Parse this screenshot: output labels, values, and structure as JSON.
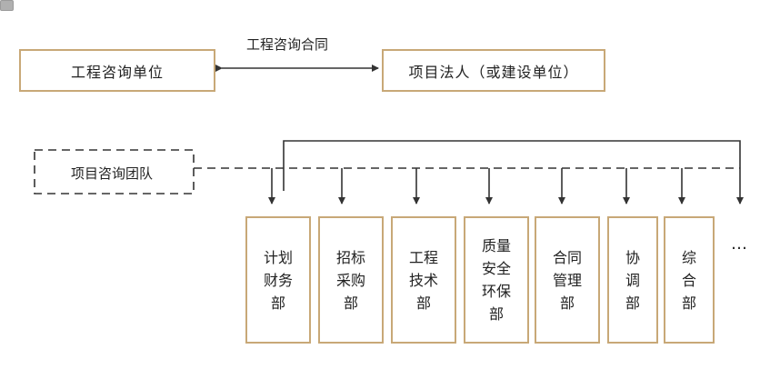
{
  "top": {
    "consulting_unit": "工程咨询单位",
    "contract_label": "工程咨询合同",
    "project_owner": "项目法人（或建设单位）"
  },
  "team": {
    "label": "项目咨询团队"
  },
  "departments": [
    {
      "label": "计划\n财务\n部"
    },
    {
      "label": "招标\n采购\n部"
    },
    {
      "label": "工程\n技术\n部"
    },
    {
      "label": "质量\n安全\n环保\n部"
    },
    {
      "label": "合同\n管理\n部"
    },
    {
      "label": "协\n调\n部"
    },
    {
      "label": "综\n合\n部"
    }
  ],
  "more_label": "…",
  "colors": {
    "box_border": "#c8a877",
    "line": "#333333"
  }
}
